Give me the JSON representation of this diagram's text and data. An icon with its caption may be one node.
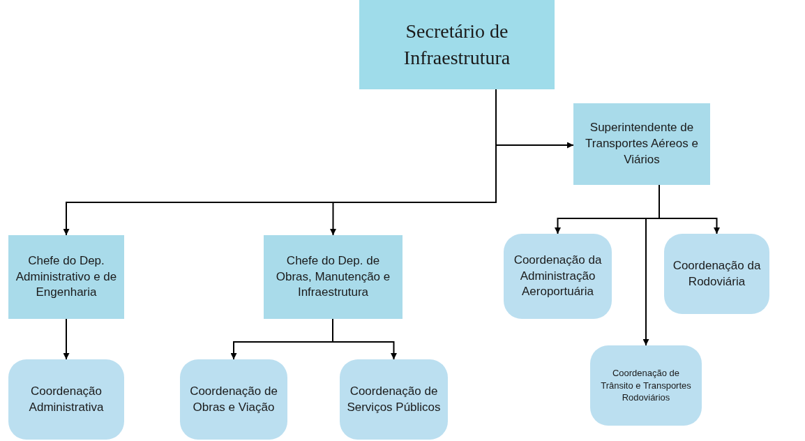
{
  "diagram": {
    "nodes": [
      {
        "text": [
          "Secretário de Infraestrutura"
        ]
      },
      {
        "text": [
          "Superintendente de Transportes Aéreos e Viários"
        ]
      },
      {
        "text": [
          "Chefe do Dep. Administrativo e de Engenharia"
        ]
      },
      {
        "text": [
          "Chefe do Dep. de Obras, Manutenção e Infraestrutura"
        ]
      },
      {
        "text": [
          "Coordenação da Administração Aeroportuária"
        ]
      },
      {
        "text": [
          "Coordenação da Rodoviária"
        ]
      },
      {
        "text": [
          "Coordenação de Trânsito e Transportes Rodoviários"
        ]
      },
      {
        "text": [
          "Coordenação Administrativa"
        ]
      },
      {
        "text": [
          "Coordenação de Obras e Viação"
        ]
      },
      {
        "text": [
          "Coordenação de Serviços Públicos"
        ]
      }
    ],
    "edges": [
      {
        "from": 0,
        "to": 1,
        "arrow": "to"
      },
      {
        "from": 0,
        "to": 2,
        "arrow": "to"
      },
      {
        "from": 0,
        "to": 3,
        "arrow": "to"
      },
      {
        "from": 1,
        "to": 4,
        "arrow": "to"
      },
      {
        "from": 1,
        "to": 6,
        "arrow": "to"
      },
      {
        "from": 1,
        "to": 5,
        "arrow": "to"
      },
      {
        "from": 2,
        "to": 7,
        "arrow": "to"
      },
      {
        "from": 3,
        "to": 8,
        "arrow": "to"
      },
      {
        "from": 3,
        "to": 9,
        "arrow": "to"
      }
    ]
  }
}
